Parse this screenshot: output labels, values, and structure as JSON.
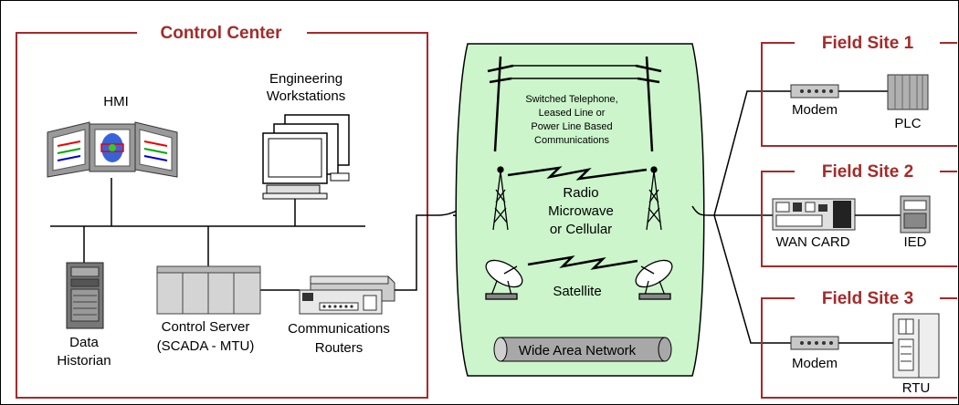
{
  "control_center": {
    "title": "Control Center",
    "hmi": "HMI",
    "engineering_line1": "Engineering",
    "engineering_line2": "Workstations",
    "data_line1": "Data",
    "data_line2": "Historian",
    "server_line1": "Control Server",
    "server_line2": "(SCADA - MTU)",
    "routers_line1": "Communications",
    "routers_line2": "Routers"
  },
  "wan": {
    "tel_line1": "Switched Telephone,",
    "tel_line2": "Leased Line or",
    "tel_line3": "Power Line Based",
    "tel_line4": "Communications",
    "radio_line1": "Radio",
    "radio_line2": "Microwave",
    "radio_line3": "or Cellular",
    "satellite": "Satellite",
    "label": "Wide Area Network"
  },
  "field_sites": [
    {
      "title": "Field Site 1",
      "device1": "Modem",
      "device2": "PLC"
    },
    {
      "title": "Field Site 2",
      "device1": "WAN CARD",
      "device2": "IED"
    },
    {
      "title": "Field Site 3",
      "device1": "Modem",
      "device2": "RTU"
    }
  ],
  "colors": {
    "frame": "#a52a2a",
    "wan_fill": "#ccf5cc",
    "device": "#c8c8c8"
  }
}
